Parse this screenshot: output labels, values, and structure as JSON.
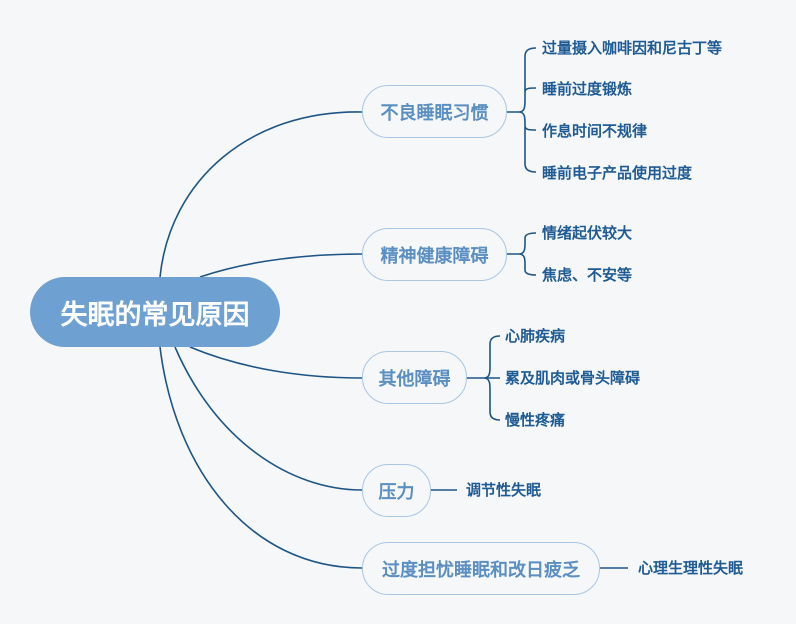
{
  "mindmap": {
    "root": "失眠的常见原因",
    "branches": [
      {
        "label": "不良睡眠习惯",
        "items": [
          "过量摄入咖啡因和尼古丁等",
          "睡前过度锻炼",
          "作息时间不规律",
          "睡前电子产品使用过度"
        ]
      },
      {
        "label": "精神健康障碍",
        "items": [
          "情绪起伏较大",
          "焦虑、不安等"
        ]
      },
      {
        "label": "其他障碍",
        "items": [
          "心肺疾病",
          "累及肌肉或骨头障碍",
          "慢性疼痛"
        ]
      },
      {
        "label": "压力",
        "items": [
          "调节性失眠"
        ]
      },
      {
        "label": "过度担忧睡眠和改日疲乏",
        "items": [
          "心理生理性失眠"
        ]
      }
    ]
  },
  "colors": {
    "connector": "#1e5587",
    "root_fill": "#6ea0d2",
    "branch_border": "#a8c6e2",
    "branch_text": "#5b8fc2",
    "leaf_text": "#1f5b94",
    "background": "#f6f7f9"
  }
}
